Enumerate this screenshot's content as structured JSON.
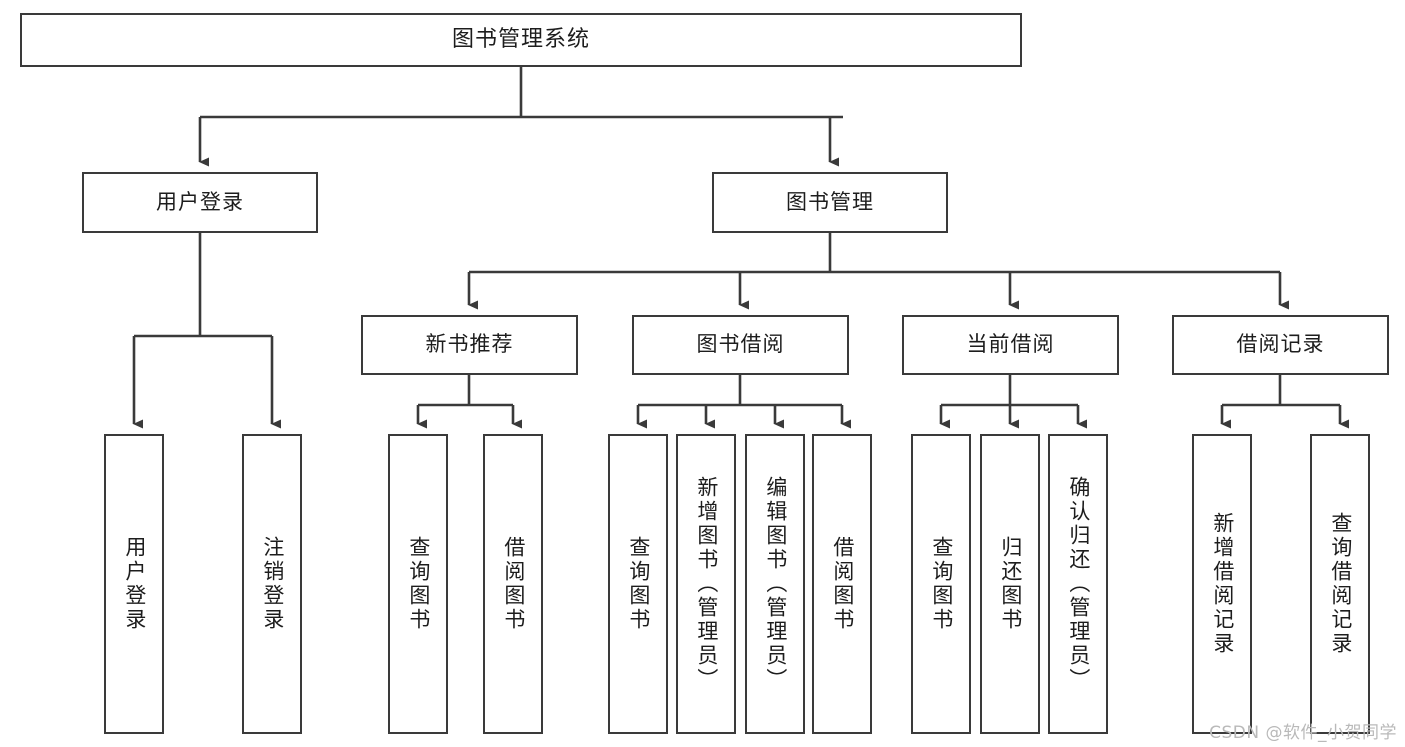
{
  "diagram": {
    "title": "图书管理系统",
    "watermark": "CSDN @软件_小贺同学",
    "colors": {
      "box_border": "#3a3a3a",
      "box_fill": "#ffffff",
      "edge": "#3a3a3a",
      "text": "#1d1d1d",
      "watermark": "#b9b9b9",
      "background": "#ffffff"
    },
    "nodes": {
      "root": "图书管理系统",
      "level2": {
        "user_login": "用户登录",
        "book_manage": "图书管理"
      },
      "level3": {
        "new_book_recommend": "新书推荐",
        "book_borrow": "图书借阅",
        "current_borrow": "当前借阅",
        "borrow_record": "借阅记录"
      },
      "leaves": {
        "user_login_1": "用户登录",
        "user_login_2": "注销登录",
        "new_book_1": "查询图书",
        "new_book_2": "借阅图书",
        "book_borrow_1": "查询图书",
        "book_borrow_2": "新增图书（管理员）",
        "book_borrow_3": "编辑图书（管理员）",
        "book_borrow_4": "借阅图书",
        "current_borrow_1": "查询图书",
        "current_borrow_2": "归还图书",
        "current_borrow_3": "确认归还（管理员）",
        "borrow_record_1": "新增借阅记录",
        "borrow_record_2": "查询借阅记录"
      }
    }
  }
}
